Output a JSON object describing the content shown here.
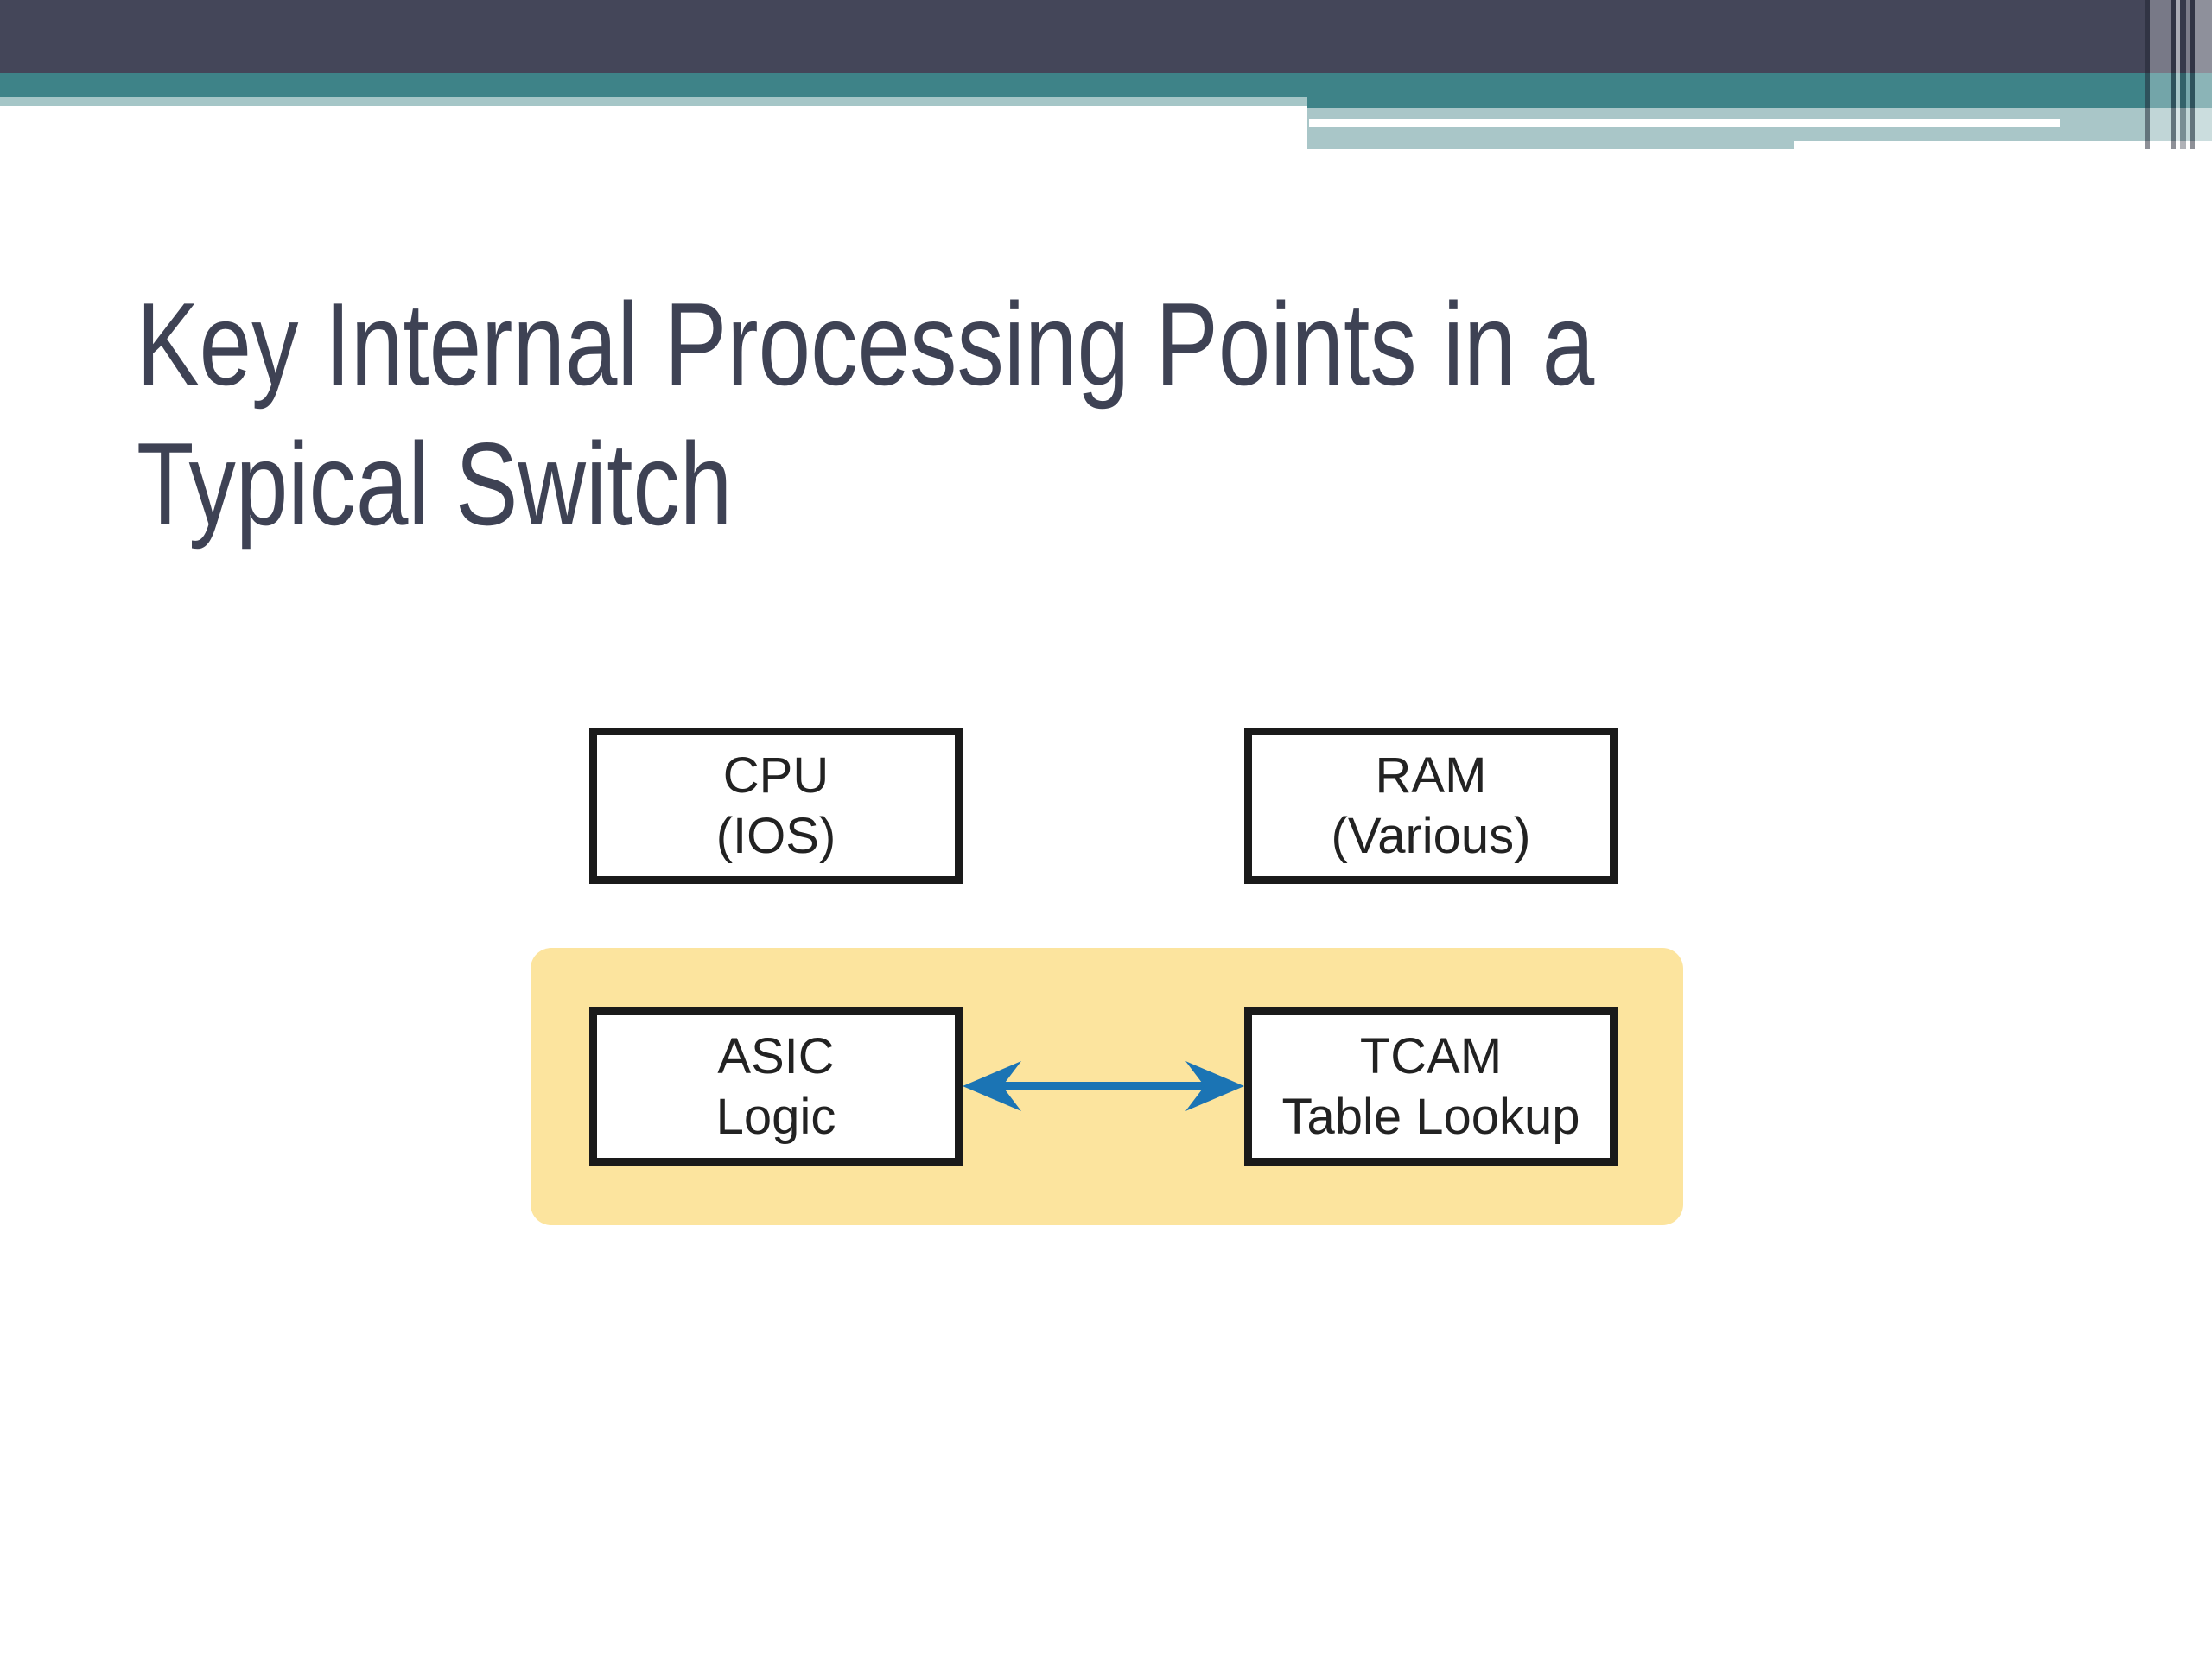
{
  "slide": {
    "title_lines": [
      "Key Internal Processing Points in a",
      "Typical Switch"
    ]
  },
  "diagram": {
    "cpu": {
      "line1": "CPU",
      "line2": "(IOS)"
    },
    "ram": {
      "line1": "RAM",
      "line2": "(Various)"
    },
    "asic": {
      "line1": "ASIC",
      "line2": "Logic"
    },
    "tcam": {
      "line1": "TCAM",
      "line2": "Table Lookup"
    }
  },
  "colors": {
    "header_dark": "#444659",
    "header_teal": "#3e8388",
    "header_light_teal": "#a5c6c7",
    "title_text": "#3e4254",
    "highlight_yellow": "#fce49e",
    "arrow_blue": "#1b74b4",
    "box_border": "#1a1a1a",
    "box_text": "#222222"
  }
}
